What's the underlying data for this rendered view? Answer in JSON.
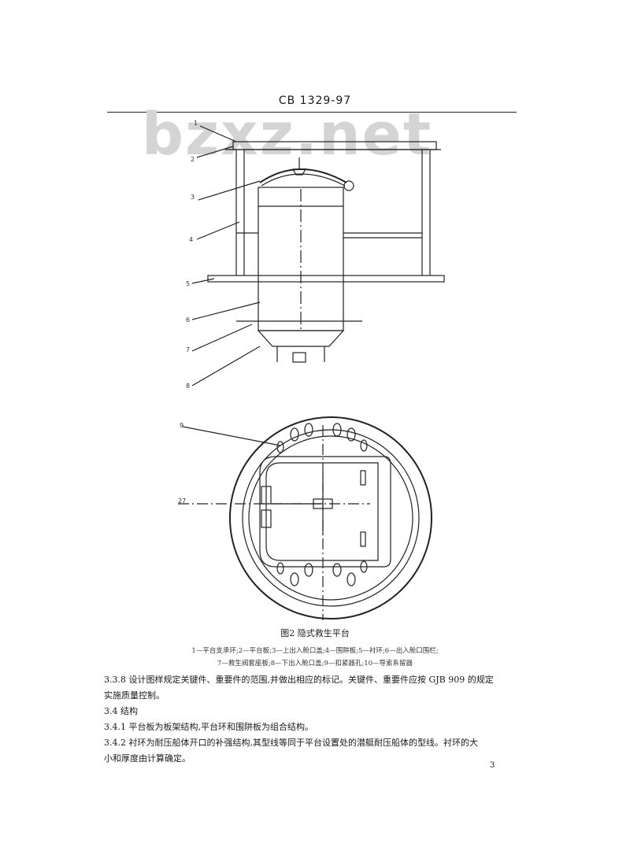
{
  "header": {
    "standard_code": "CB 1329-97"
  },
  "watermark": "bzxz.net",
  "callouts": [
    "1",
    "2",
    "3",
    "4",
    "5",
    "6",
    "7",
    "8",
    "9",
    "27"
  ],
  "figure": {
    "caption": "图2  隐式救生平台",
    "legend_line1": "1—平台支承环;2—平台板;3—上出入舱口盖;4—围阱板;5—衬环;6—出入舱口围栏;",
    "legend_line2": "7—救生阀套座板;8—下出入舱口盖;9—扣紧器孔;10—导索系留器"
  },
  "paragraphs": {
    "p338": "3.3.8  设计图样规定关键件、重要件的范围,并做出相应的标记。关键件、重要件应按 GJB 909 的规定",
    "p338b": "实施质量控制。",
    "s34": "3.4  结构",
    "p341": "3.4.1  平台板为板架结构,平台环和围阱板为组合结构。",
    "p342": "3.4.2  衬环为耐压船体开口的补强结构,其型线等同于平台设置处的潜艇耐压船体的型线。衬环的大",
    "p342b": "小和厚度由计算确定。"
  },
  "page_number": "3"
}
